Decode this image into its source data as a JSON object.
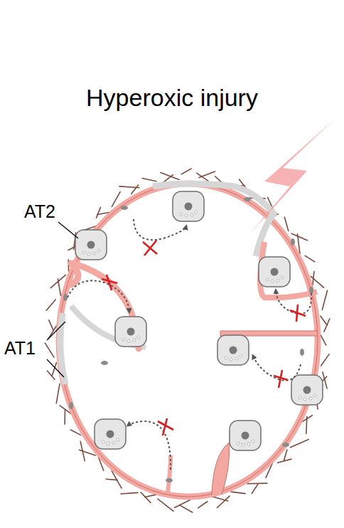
{
  "diagram": {
    "title": "Hyperoxic injury",
    "labels": [
      "AT2",
      "AT1"
    ]
  }
}
